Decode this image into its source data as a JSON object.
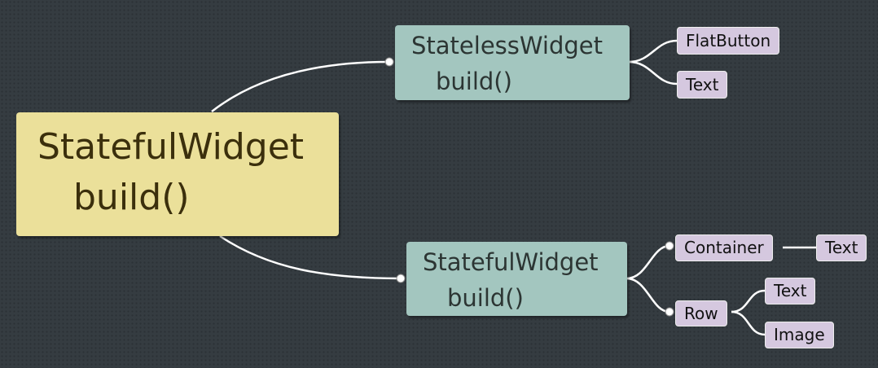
{
  "root": {
    "title": "StatefulWidget",
    "method": "build()"
  },
  "children": [
    {
      "title": "StatelessWidget",
      "method": "build()",
      "leaves": [
        "FlatButton",
        "Text"
      ]
    },
    {
      "title": "StatefulWidget",
      "method": "build()",
      "container": "Container",
      "container_child": "Text",
      "row": "Row",
      "row_children": [
        "Text",
        "Image"
      ]
    }
  ],
  "colors": {
    "background": "#353c41",
    "root": "#ebe09a",
    "mid": "#a3c6bf",
    "leaf": "#d5c8df",
    "link": "#ffffff"
  }
}
